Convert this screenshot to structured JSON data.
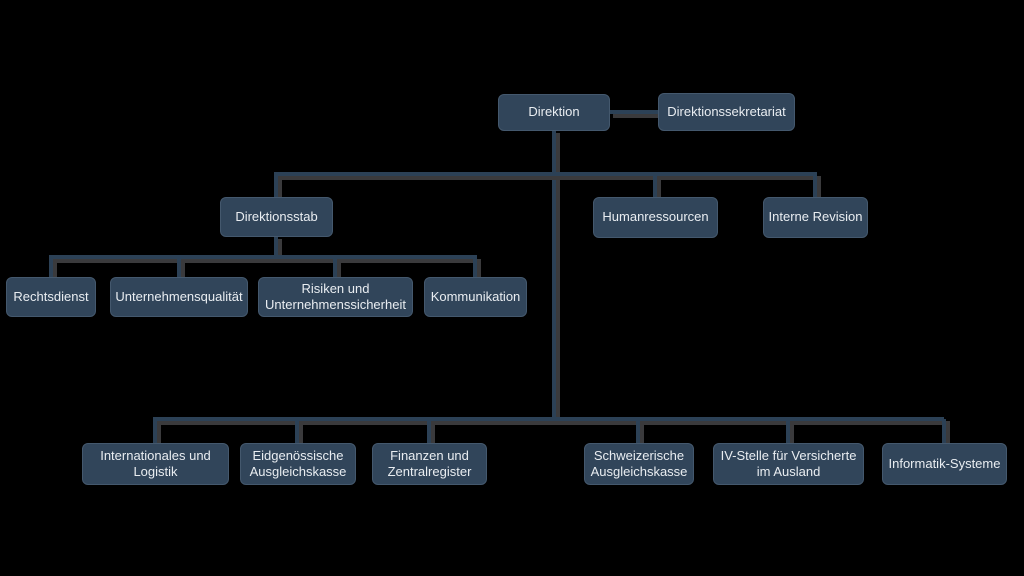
{
  "colors": {
    "background": "#000000",
    "node_fill": "#31455a",
    "node_border": "#44586d",
    "node_text": "#e9edf1",
    "connector": "#2c4156",
    "shadow": "#3a3a3c"
  },
  "org_chart": {
    "type": "organizational-chart",
    "nodes": {
      "direktion": {
        "label": "Direktion"
      },
      "direktionssekretariat": {
        "label": "Direktionssekretariat"
      },
      "direktionsstab": {
        "label": "Direktionsstab"
      },
      "humanressourcen": {
        "label": "Humanressourcen"
      },
      "interne_revision": {
        "label": "Interne Revision"
      },
      "rechtsdienst": {
        "label": "Rechtsdienst"
      },
      "unternehmensqualitaet": {
        "label": "Unternehmensqualität"
      },
      "risiken_unternehmenssicherheit": {
        "label": "Risiken und\nUnternehmenssicherheit"
      },
      "kommunikation": {
        "label": "Kommunikation"
      },
      "internationales_logistik": {
        "label": "Internationales und\nLogistik"
      },
      "eidgenoessische_ausgleichskasse": {
        "label": "Eidgenössische\nAusgleichskasse"
      },
      "finanzen_zentralregister": {
        "label": "Finanzen und\nZentralregister"
      },
      "schweizerische_ausgleichskasse": {
        "label": "Schweizerische\nAusgleichskasse"
      },
      "iv_stelle_ausland": {
        "label": "IV-Stelle für Versicherte\nim Ausland"
      },
      "informatik_systeme": {
        "label": "Informatik-Systeme"
      }
    },
    "edges": [
      [
        "direktion",
        "direktionssekretariat"
      ],
      [
        "direktion",
        "direktionsstab"
      ],
      [
        "direktion",
        "humanressourcen"
      ],
      [
        "direktion",
        "interne_revision"
      ],
      [
        "direktionsstab",
        "rechtsdienst"
      ],
      [
        "direktionsstab",
        "unternehmensqualitaet"
      ],
      [
        "direktionsstab",
        "risiken_unternehmenssicherheit"
      ],
      [
        "direktionsstab",
        "kommunikation"
      ],
      [
        "direktion",
        "internationales_logistik"
      ],
      [
        "direktion",
        "eidgenoessische_ausgleichskasse"
      ],
      [
        "direktion",
        "finanzen_zentralregister"
      ],
      [
        "direktion",
        "schweizerische_ausgleichskasse"
      ],
      [
        "direktion",
        "iv_stelle_ausland"
      ],
      [
        "direktion",
        "informatik_systeme"
      ]
    ]
  }
}
